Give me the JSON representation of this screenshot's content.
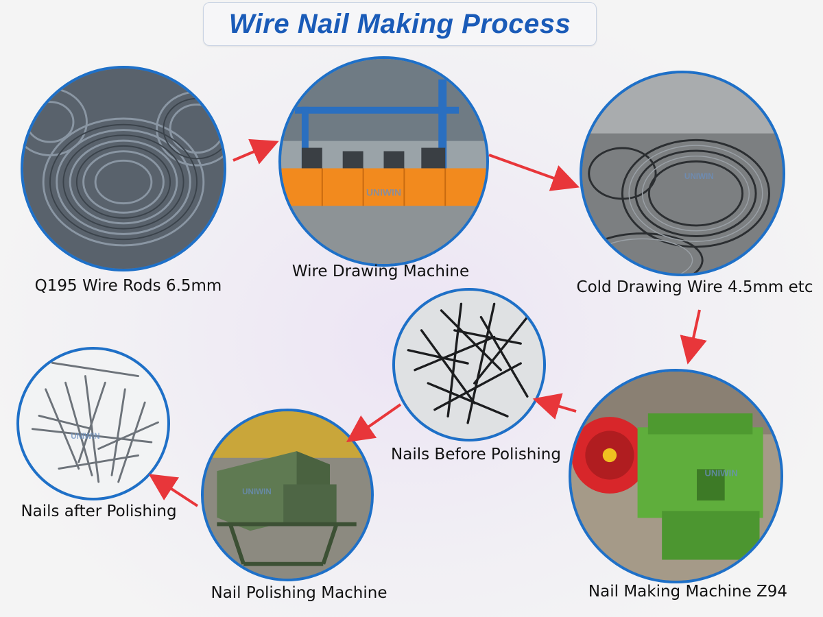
{
  "title": "Wire Nail Making Process",
  "brand_watermark": "UNIWIN",
  "accent_color": "#1e70c8",
  "arrow_color": "#e8363a",
  "title_color": "#1a5bb8",
  "steps": [
    {
      "label": "Q195 Wire Rods 6.5mm"
    },
    {
      "label": "Wire Drawing Machine"
    },
    {
      "label": "Cold Drawing Wire 4.5mm etc"
    },
    {
      "label": "Nail Making Machine Z94"
    },
    {
      "label": "Nails Before Polishing"
    },
    {
      "label": "Nail Polishing Machine"
    },
    {
      "label": "Nails after Polishing"
    }
  ]
}
